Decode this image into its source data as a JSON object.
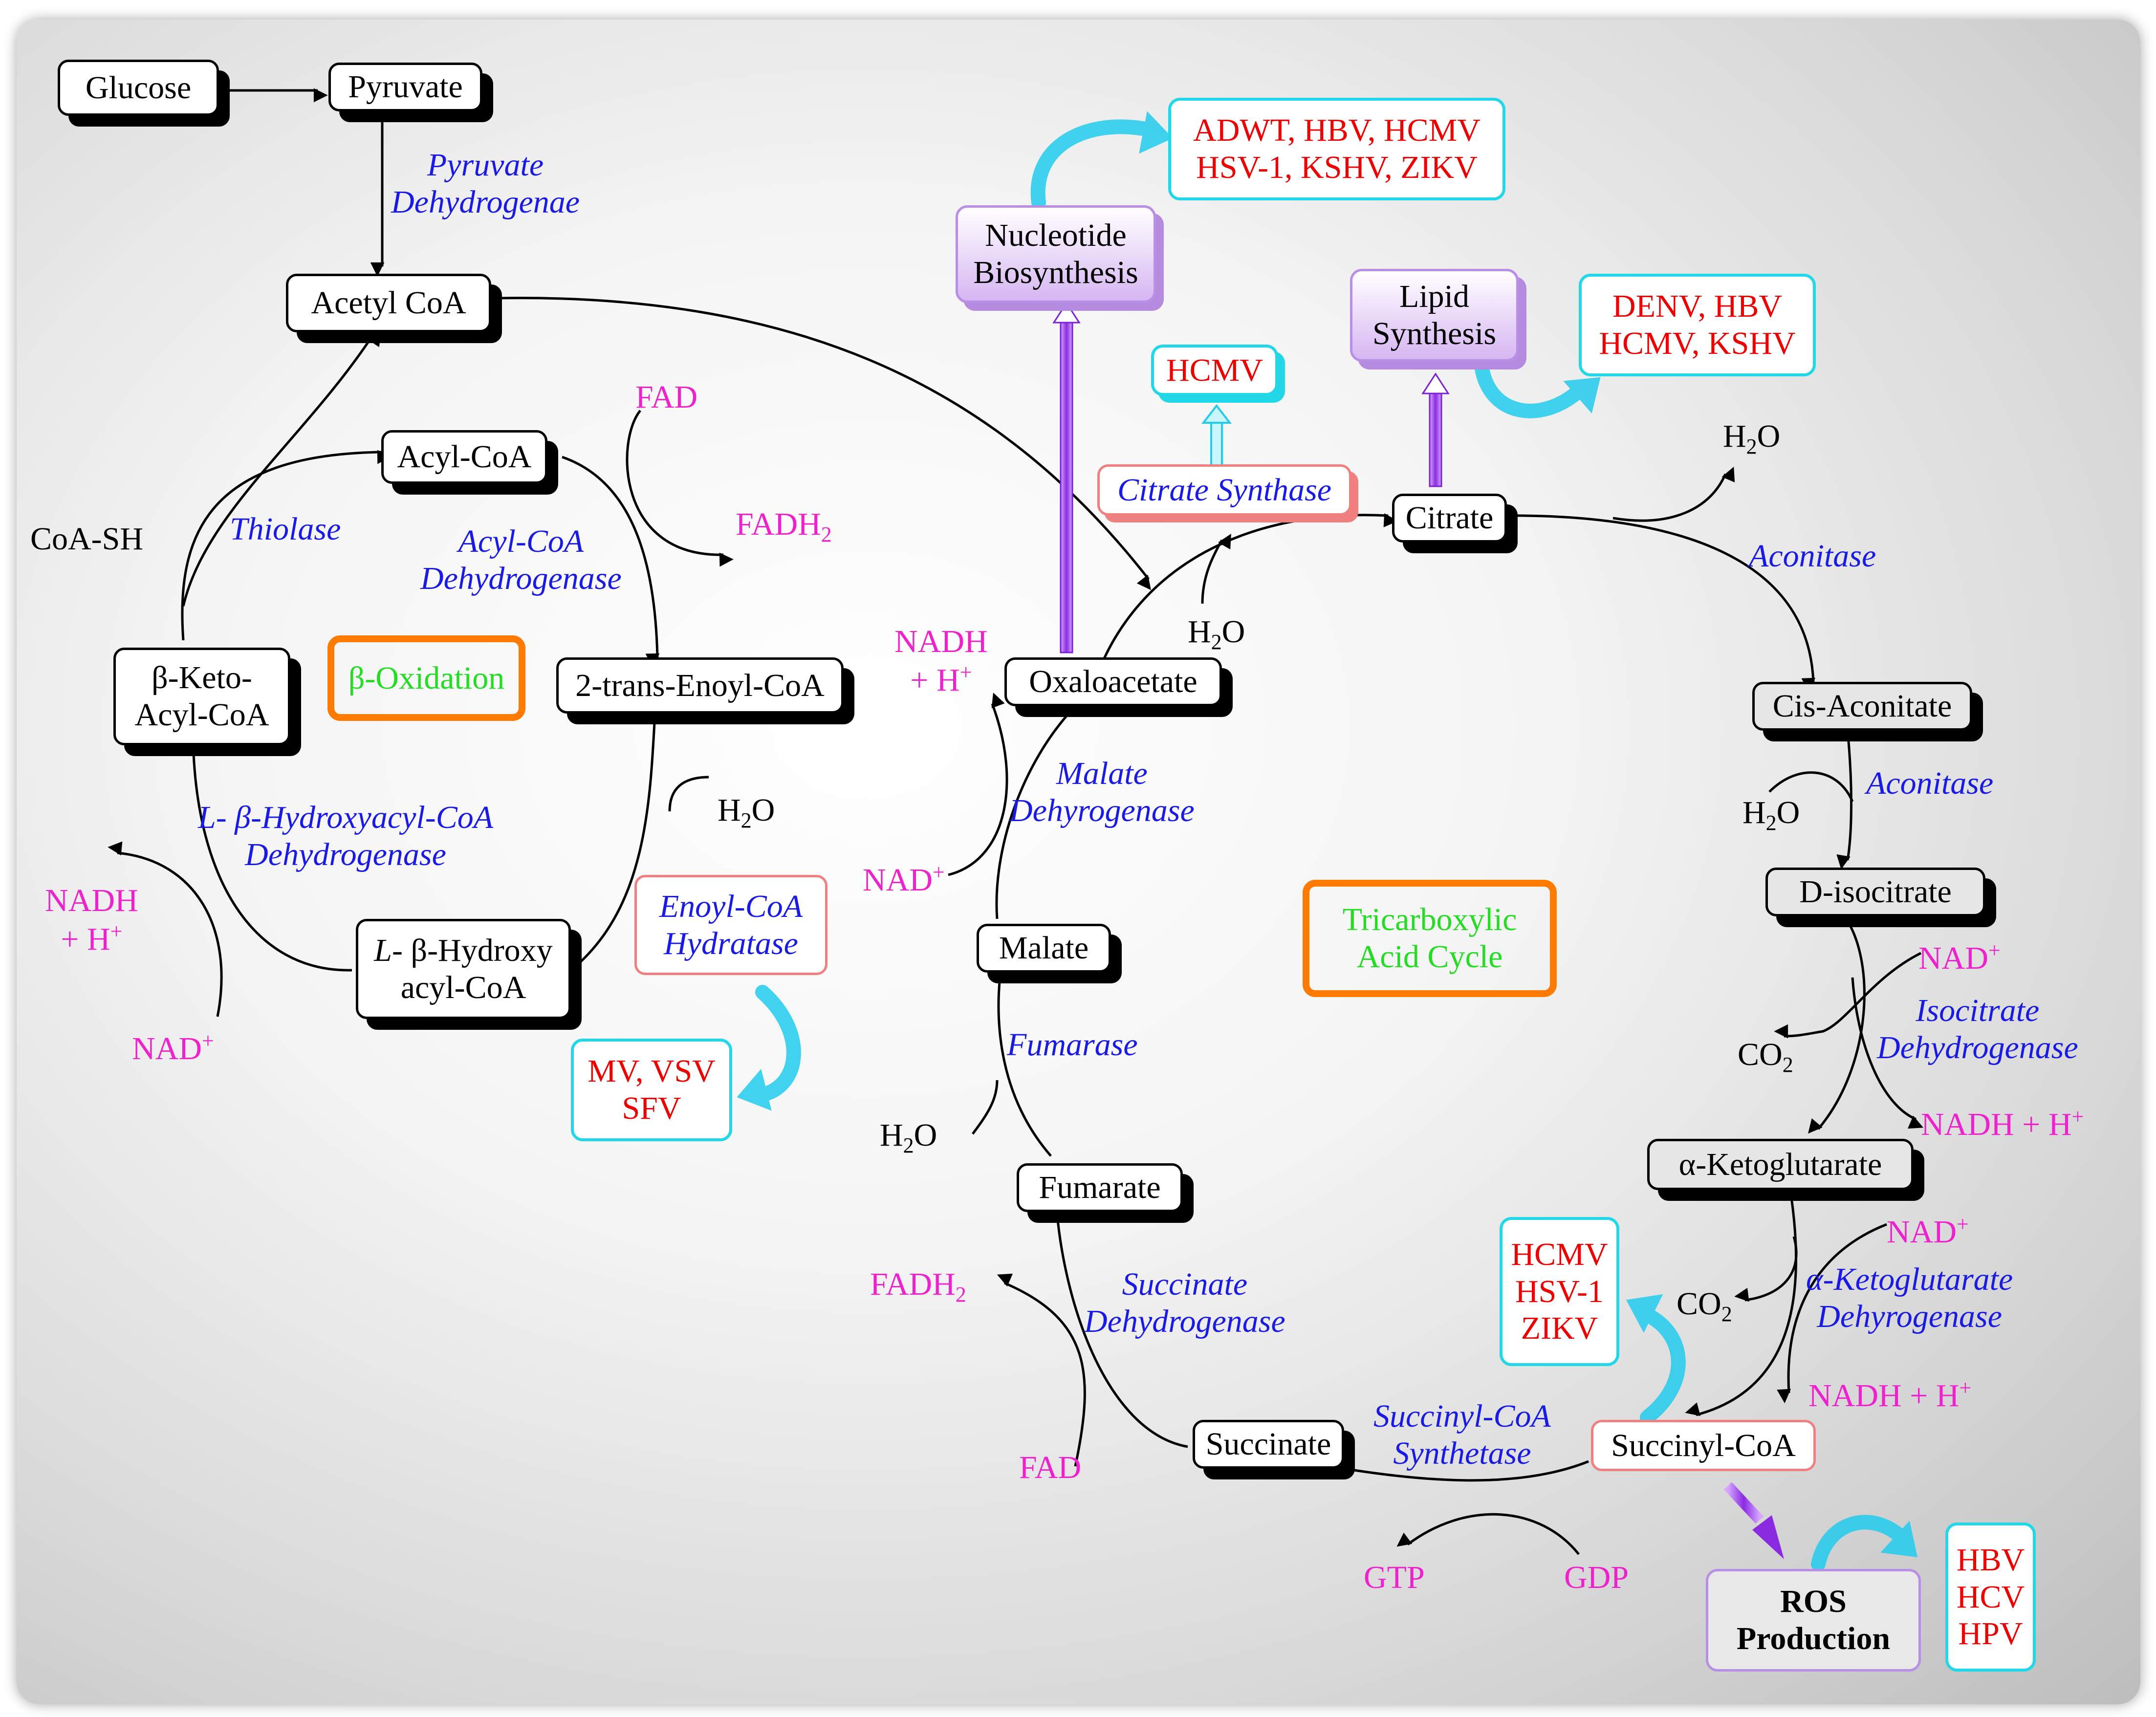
{
  "nodes": {
    "glucose": "Glucose",
    "pyruvate": "Pyruvate",
    "acetyl_coa": "Acetyl CoA",
    "acyl_coa": "Acyl-CoA",
    "beta_keto_1": "β-Keto-",
    "beta_keto_2": "Acyl-CoA",
    "enoyl_coa": "2-trans-Enoyl-CoA",
    "hydroxyacyl_1a": "L-",
    "hydroxyacyl_1b": " β-Hydroxy",
    "hydroxyacyl_2": "acyl-CoA",
    "citrate": "Citrate",
    "oxaloacetate": "Oxaloacetate",
    "cis_aconitate": "Cis-Aconitate",
    "d_isocitrate": "D-isocitrate",
    "alpha_ketoglutarate": "α-Ketoglutarate",
    "succinyl_coa": "Succinyl-CoA",
    "succinate": "Succinate",
    "fumarate": "Fumarate",
    "malate": "Malate"
  },
  "pathways": {
    "beta_oxidation": "β-Oxidation",
    "tca_1": "Tricarboxylic",
    "tca_2": "Acid Cycle",
    "nucleotide_1": "Nucleotide",
    "nucleotide_2": "Biosynthesis",
    "lipid_1": "Lipid",
    "lipid_2": "Synthesis",
    "ros_1": "ROS",
    "ros_2": "Production"
  },
  "enzymes": {
    "pdh_1": "Pyruvate",
    "pdh_2": "Dehydrogenae",
    "thiolase": "Thiolase",
    "acyl_dh_1": "Acyl-CoA",
    "acyl_dh_2": "Dehydrogenase",
    "hydroxyacyl_dh_1": "L- β-Hydroxyacyl-CoA",
    "hydroxyacyl_dh_2": "Dehydrogenase",
    "enoyl_hydratase_1": "Enoyl-CoA",
    "enoyl_hydratase_2": "Hydratase",
    "citrate_synthase": "Citrate Synthase",
    "aconitase_1": "Aconitase",
    "aconitase_2": "Aconitase",
    "isocitrate_dh_1": "Isocitrate",
    "isocitrate_dh_2": "Dehydrogenase",
    "akg_dh_1": "α-Ketoglutarate",
    "akg_dh_2": "Dehyrogenase",
    "succinyl_synth_1": "Succinyl-CoA",
    "succinyl_synth_2": "Synthetase",
    "succinate_dh_1": "Succinate",
    "succinate_dh_2": "Dehydrogenase",
    "fumarase": "Fumarase",
    "malate_dh_1": "Malate",
    "malate_dh_2": "Dehyrogenase"
  },
  "cofactors": {
    "coa_sh": "CoA-SH",
    "fad_beta": "FAD",
    "fadh2_beta": "FADH",
    "h2o_beta": "H",
    "nadh_beta_1": "NADH",
    "nadh_beta_2": "+ H",
    "nad_beta": "NAD",
    "nadh_oaa_1": "NADH",
    "nadh_oaa_2": "+ H",
    "nad_malate": "NAD",
    "h2o_oaa": "H",
    "h2o_citrate": "H",
    "h2o_cisacon": "H",
    "nad_isocit": "NAD",
    "co2_isocit": "CO",
    "nadh_isocit": "NADH + H",
    "nad_akg": "NAD",
    "co2_akg": "CO",
    "nadh_akg": "NADH + H",
    "gtp": "GTP",
    "gdp": "GDP",
    "fad_succ": "FAD",
    "fadh2_succ": "FADH",
    "h2o_fum": "H",
    "sub_2": "2",
    "sub_o": "O",
    "sup_plus": "+"
  },
  "viruses": {
    "nucleotide_1": "ADWT, HBV, HCMV",
    "nucleotide_2": "HSV-1, KSHV, ZIKV",
    "citrate_synthase": "HCMV",
    "lipid_1": "DENV, HBV",
    "lipid_2": "HCMV, KSHV",
    "enoyl_1": "MV, VSV",
    "enoyl_2": "SFV",
    "succinyl_1": "HCMV",
    "succinyl_2": "HSV-1",
    "succinyl_3": "ZIKV",
    "ros_1": "HBV",
    "ros_2": "HCV",
    "ros_3": "HPV"
  },
  "colors": {
    "enzyme": "#1a1ae6",
    "cofactor": "#ee22cc",
    "virus": "#ee0000",
    "virus_border": "#22d8e8",
    "pathway_label": "#22dd22",
    "pathway_border": "#ff7a00",
    "enzyme_border": "#f08080",
    "synthesis_arrow": "#9933ee"
  }
}
